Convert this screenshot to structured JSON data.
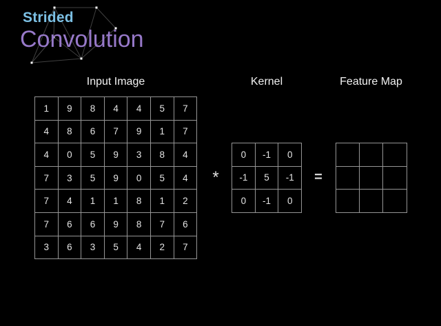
{
  "title": {
    "line1": "Strided",
    "line2": "Convolution"
  },
  "colors": {
    "background": "#000000",
    "title_line1": "#7cc0e4",
    "title_line2": "#9779c9",
    "grid_line": "#969696",
    "number_text": "#e4e4e4",
    "header_text": "#f2f2f2"
  },
  "sections": {
    "input_image": {
      "label": "Input Image",
      "values": [
        [
          1,
          9,
          8,
          4,
          4,
          5,
          7
        ],
        [
          4,
          8,
          6,
          7,
          9,
          1,
          7
        ],
        [
          4,
          0,
          5,
          9,
          3,
          8,
          4
        ],
        [
          7,
          3,
          5,
          9,
          0,
          5,
          4
        ],
        [
          7,
          4,
          1,
          1,
          8,
          1,
          2
        ],
        [
          7,
          6,
          6,
          9,
          8,
          7,
          6
        ],
        [
          3,
          6,
          3,
          5,
          4,
          2,
          7
        ]
      ]
    },
    "kernel": {
      "label": "Kernel",
      "values": [
        [
          0,
          -1,
          0
        ],
        [
          -1,
          5,
          -1
        ],
        [
          0,
          -1,
          0
        ]
      ]
    },
    "feature_map": {
      "label": "Feature Map",
      "values": [
        [
          "",
          "",
          ""
        ],
        [
          "",
          "",
          ""
        ],
        [
          "",
          "",
          ""
        ]
      ]
    }
  },
  "operators": {
    "convolve": "*",
    "equals": "="
  }
}
